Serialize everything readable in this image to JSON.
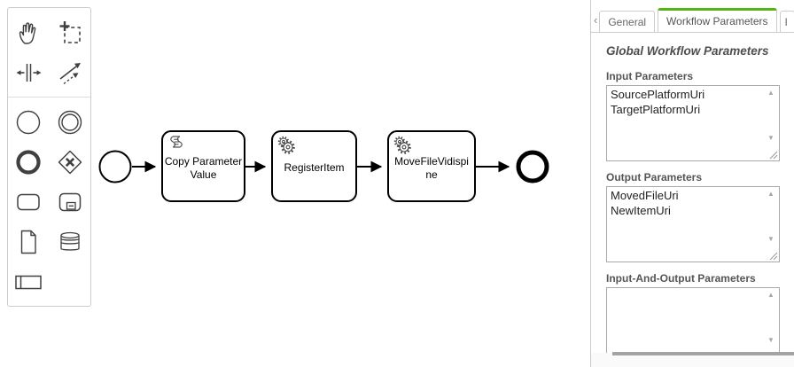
{
  "colors": {
    "accent_green": "#52b415",
    "tab_scroll_right_orange": "#c0813f",
    "border_gray": "#cccccc",
    "icon_stroke": "#404040",
    "diagram_stroke": "#000000"
  },
  "palette": {
    "tools": [
      {
        "name": "hand-tool"
      },
      {
        "name": "lasso-tool"
      },
      {
        "name": "space-tool"
      },
      {
        "name": "global-connect-tool"
      }
    ],
    "elements": [
      {
        "name": "create-start-event"
      },
      {
        "name": "create-intermediate-event"
      },
      {
        "name": "create-end-event"
      },
      {
        "name": "create-gateway"
      },
      {
        "name": "create-task"
      },
      {
        "name": "create-subprocess"
      },
      {
        "name": "create-data-object"
      },
      {
        "name": "create-data-store"
      },
      {
        "name": "create-participant"
      }
    ]
  },
  "canvas": {
    "nodes": [
      {
        "type": "start-event",
        "label": ""
      },
      {
        "type": "script-task",
        "label": "Copy Parameter\nValue"
      },
      {
        "type": "service-task",
        "label": "RegisterItem"
      },
      {
        "type": "service-task",
        "label": "MoveFileVidispi\nne"
      },
      {
        "type": "end-event",
        "label": ""
      }
    ]
  },
  "panel": {
    "tab_scroll_left": "‹",
    "tab_scroll_right": "›",
    "tabs": [
      {
        "label": "General",
        "active": false
      },
      {
        "label": "Workflow Parameters",
        "active": true
      },
      {
        "label": "I",
        "active": false
      }
    ],
    "heading": "Global Workflow Parameters",
    "groups": [
      {
        "label": "Input Parameters",
        "value": "SourcePlatformUri\nTargetPlatformUri"
      },
      {
        "label": "Output Parameters",
        "value": "MovedFileUri\nNewItemUri"
      },
      {
        "label": "Input-And-Output Parameters",
        "value": ""
      }
    ],
    "icons": {
      "scroll_up": "▲",
      "scroll_down": "▼"
    }
  }
}
